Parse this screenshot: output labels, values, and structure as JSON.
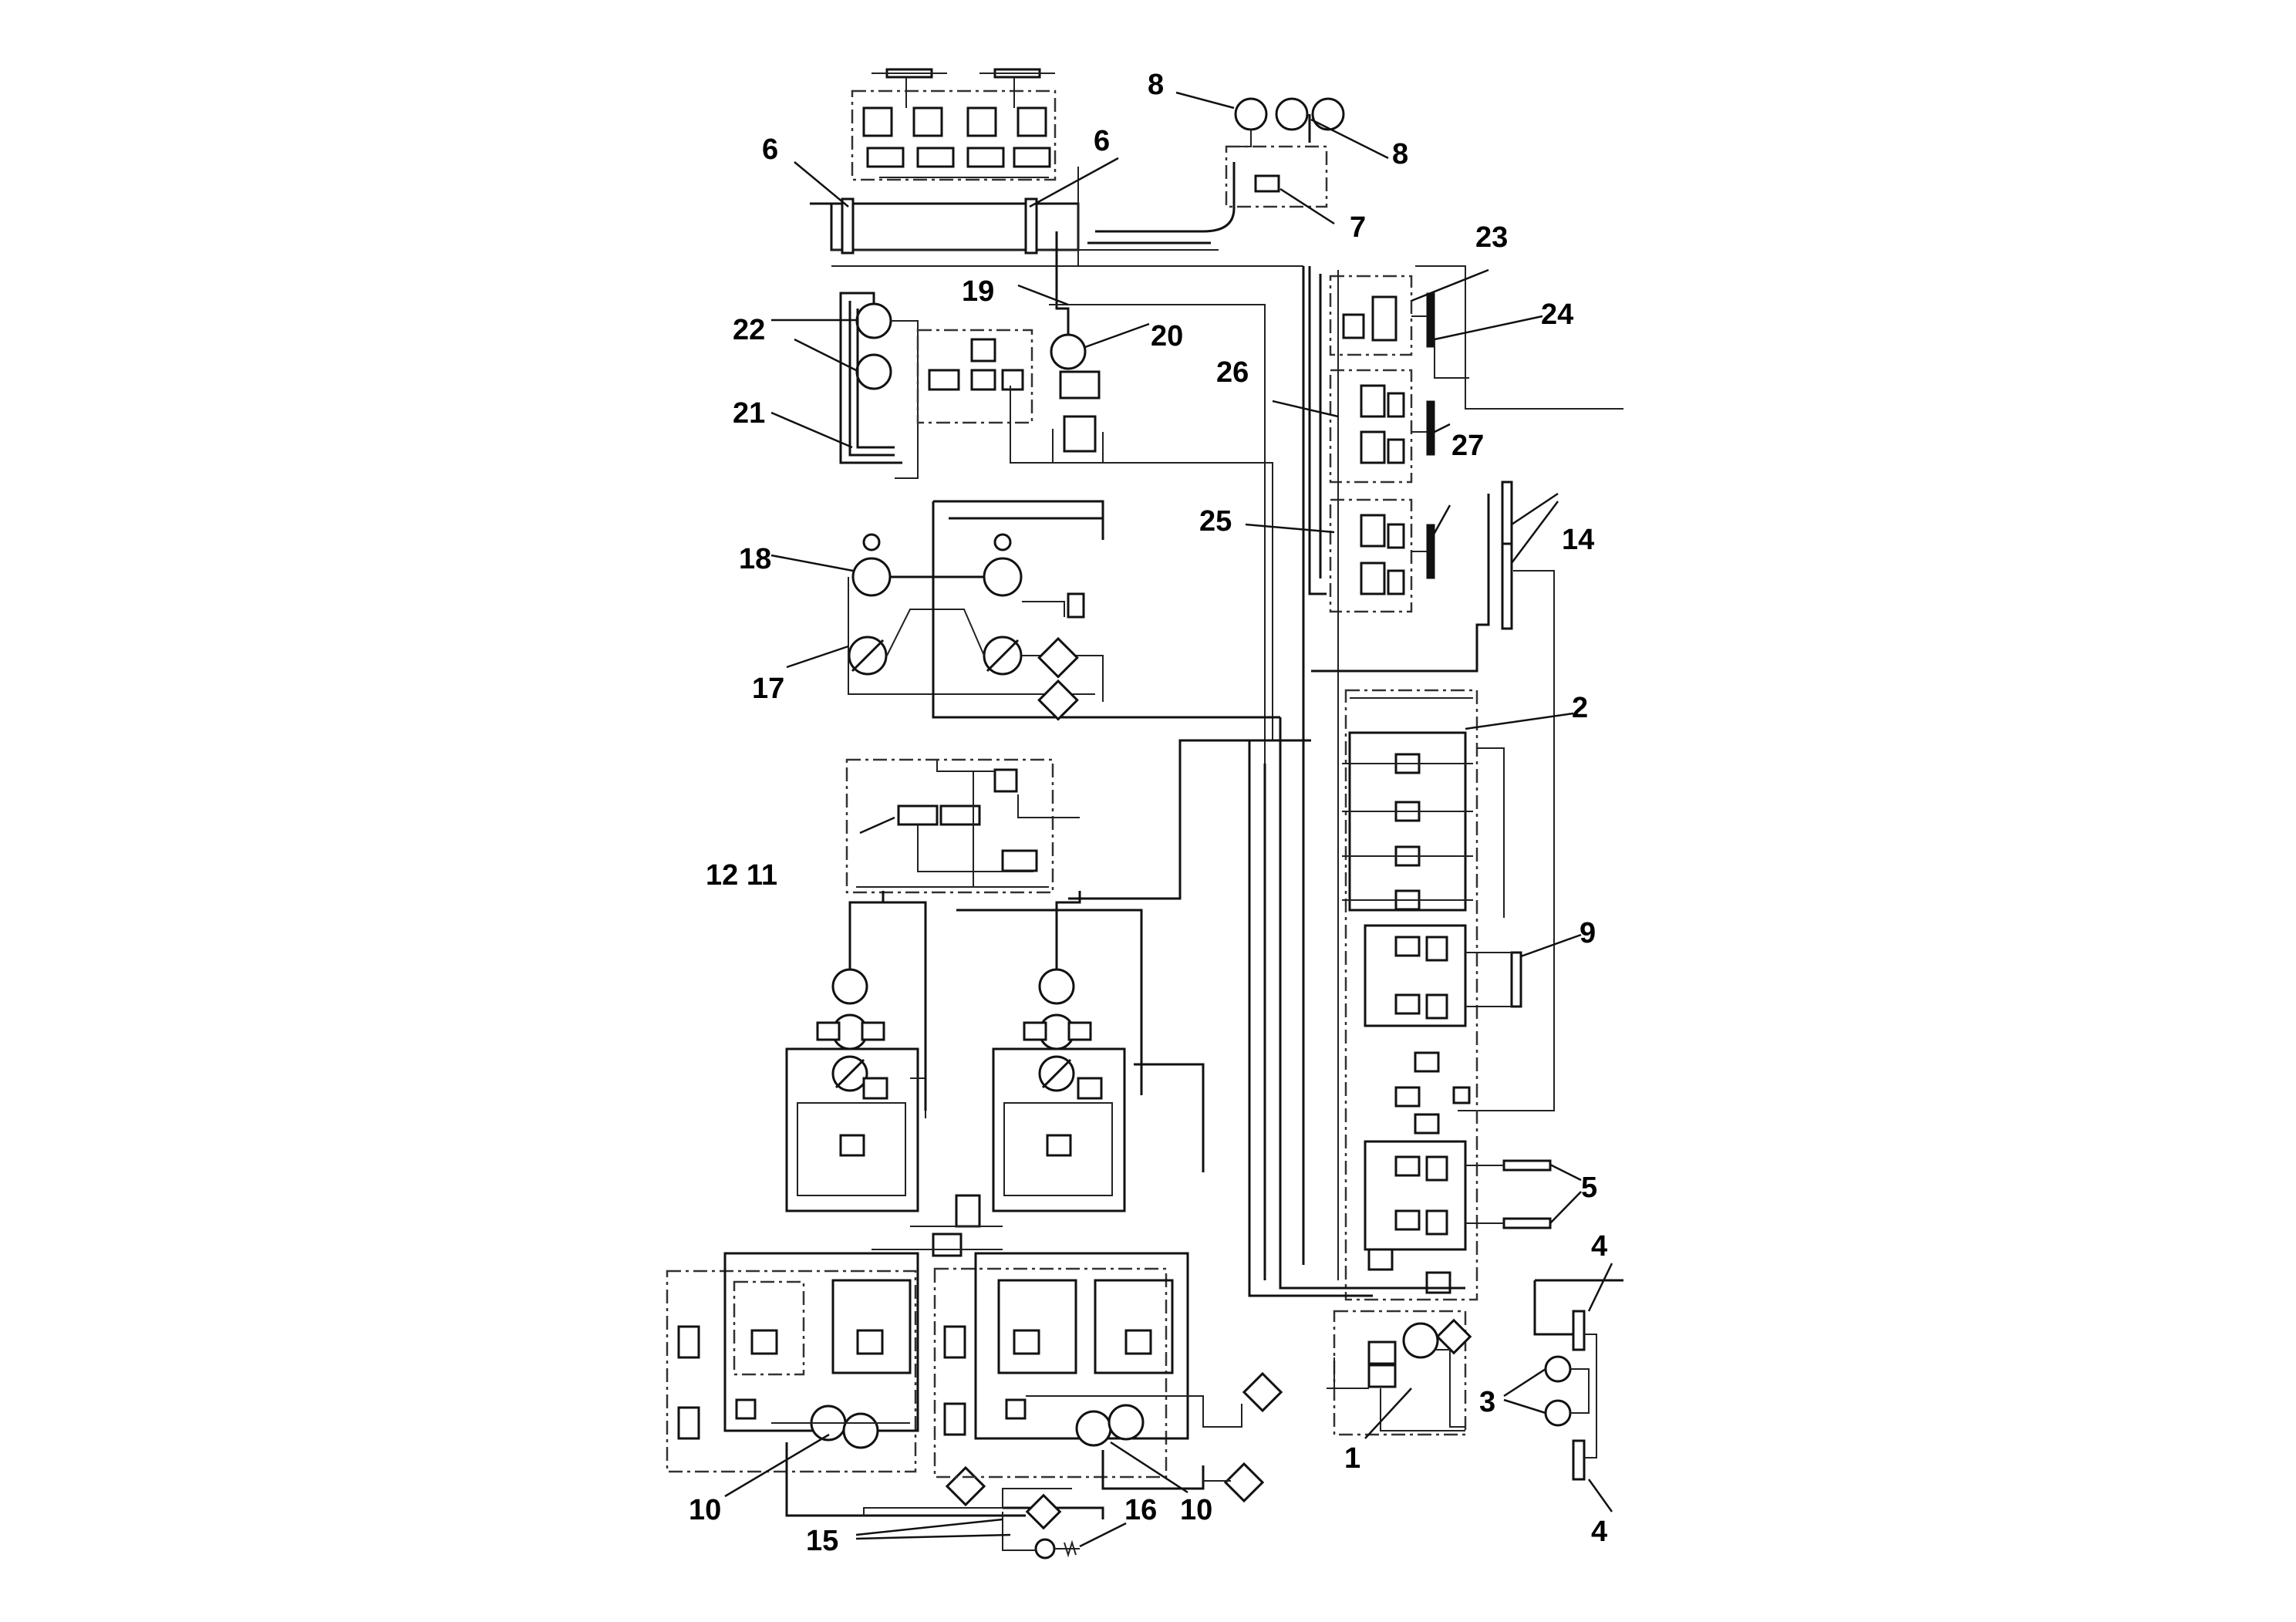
{
  "labels": {
    "l1": "1",
    "l2": "2",
    "l3": "3",
    "l4a": "4",
    "l4b": "4",
    "l5": "5",
    "l6a": "6",
    "l6b": "6",
    "l7": "7",
    "l8a": "8",
    "l8b": "8",
    "l9": "9",
    "l10a": "10",
    "l10b": "10",
    "l12_11": "12 11",
    "l14": "14",
    "l15": "15",
    "l16": "16",
    "l17": "17",
    "l18": "18",
    "l19": "19",
    "l20": "20",
    "l21": "21",
    "l22": "22",
    "l23": "23",
    "l24": "24",
    "l25": "25",
    "l26": "26",
    "l27": "27"
  },
  "colors": {
    "line": "#111111",
    "background": "#ffffff"
  }
}
